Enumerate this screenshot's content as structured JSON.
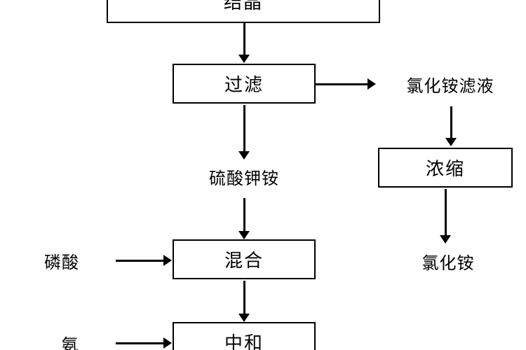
{
  "diagram": {
    "type": "flowchart",
    "background": "#ffffff",
    "line_color": "#000000",
    "text_color": "#000000",
    "nodes": [
      {
        "id": "crystallize",
        "text": "结晶",
        "shape": "box"
      },
      {
        "id": "filter",
        "text": "过滤",
        "shape": "box"
      },
      {
        "id": "concentrate",
        "text": "浓缩",
        "shape": "box"
      },
      {
        "id": "mix",
        "text": "混合",
        "shape": "box"
      },
      {
        "id": "neutralize",
        "text": "中和",
        "shape": "box"
      }
    ],
    "labels": [
      {
        "id": "ammonium-chloride-filtrate",
        "text": "氯化铵滤液"
      },
      {
        "id": "potassium-ammonium-sulfate",
        "text": "硫酸钾铵"
      },
      {
        "id": "ammonium-chloride",
        "text": "氯化铵"
      },
      {
        "id": "phosphoric-acid",
        "text": "磷酸"
      },
      {
        "id": "ammonia",
        "text": "氨"
      }
    ]
  }
}
